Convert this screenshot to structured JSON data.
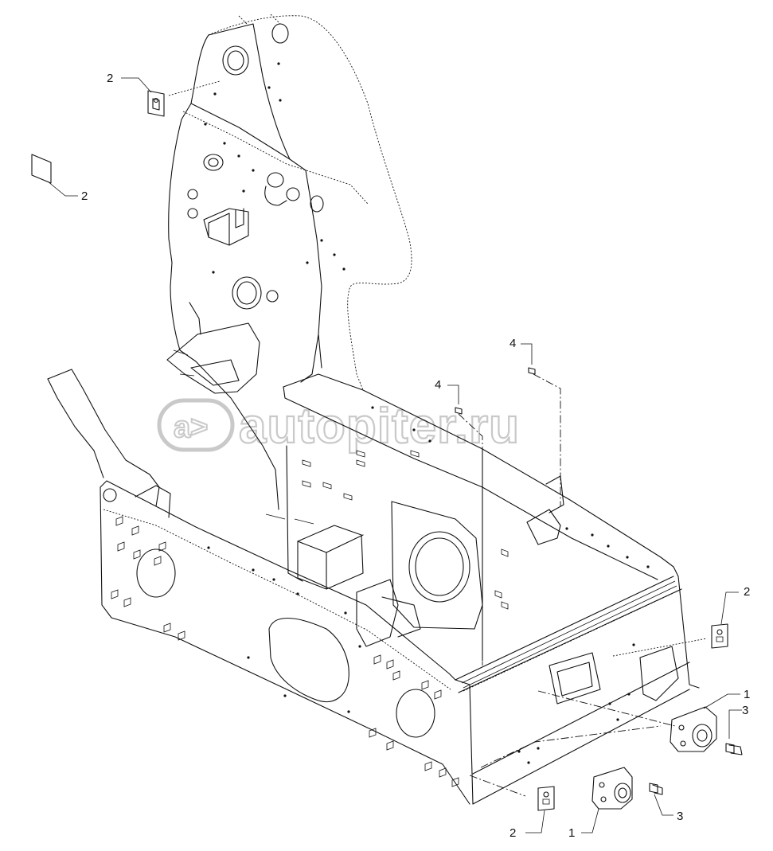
{
  "callouts": [
    {
      "label": "2"
    },
    {
      "label": "2"
    },
    {
      "label": "4"
    },
    {
      "label": "4"
    },
    {
      "label": "2"
    },
    {
      "label": "1"
    },
    {
      "label": "3"
    },
    {
      "label": "2"
    },
    {
      "label": "1"
    },
    {
      "label": "3"
    }
  ],
  "watermark": {
    "text": "autopiter.ru",
    "mark": "a>"
  },
  "colors": {
    "ink": "#111111",
    "watermark": "#c9c9c9",
    "background": "#ffffff"
  }
}
